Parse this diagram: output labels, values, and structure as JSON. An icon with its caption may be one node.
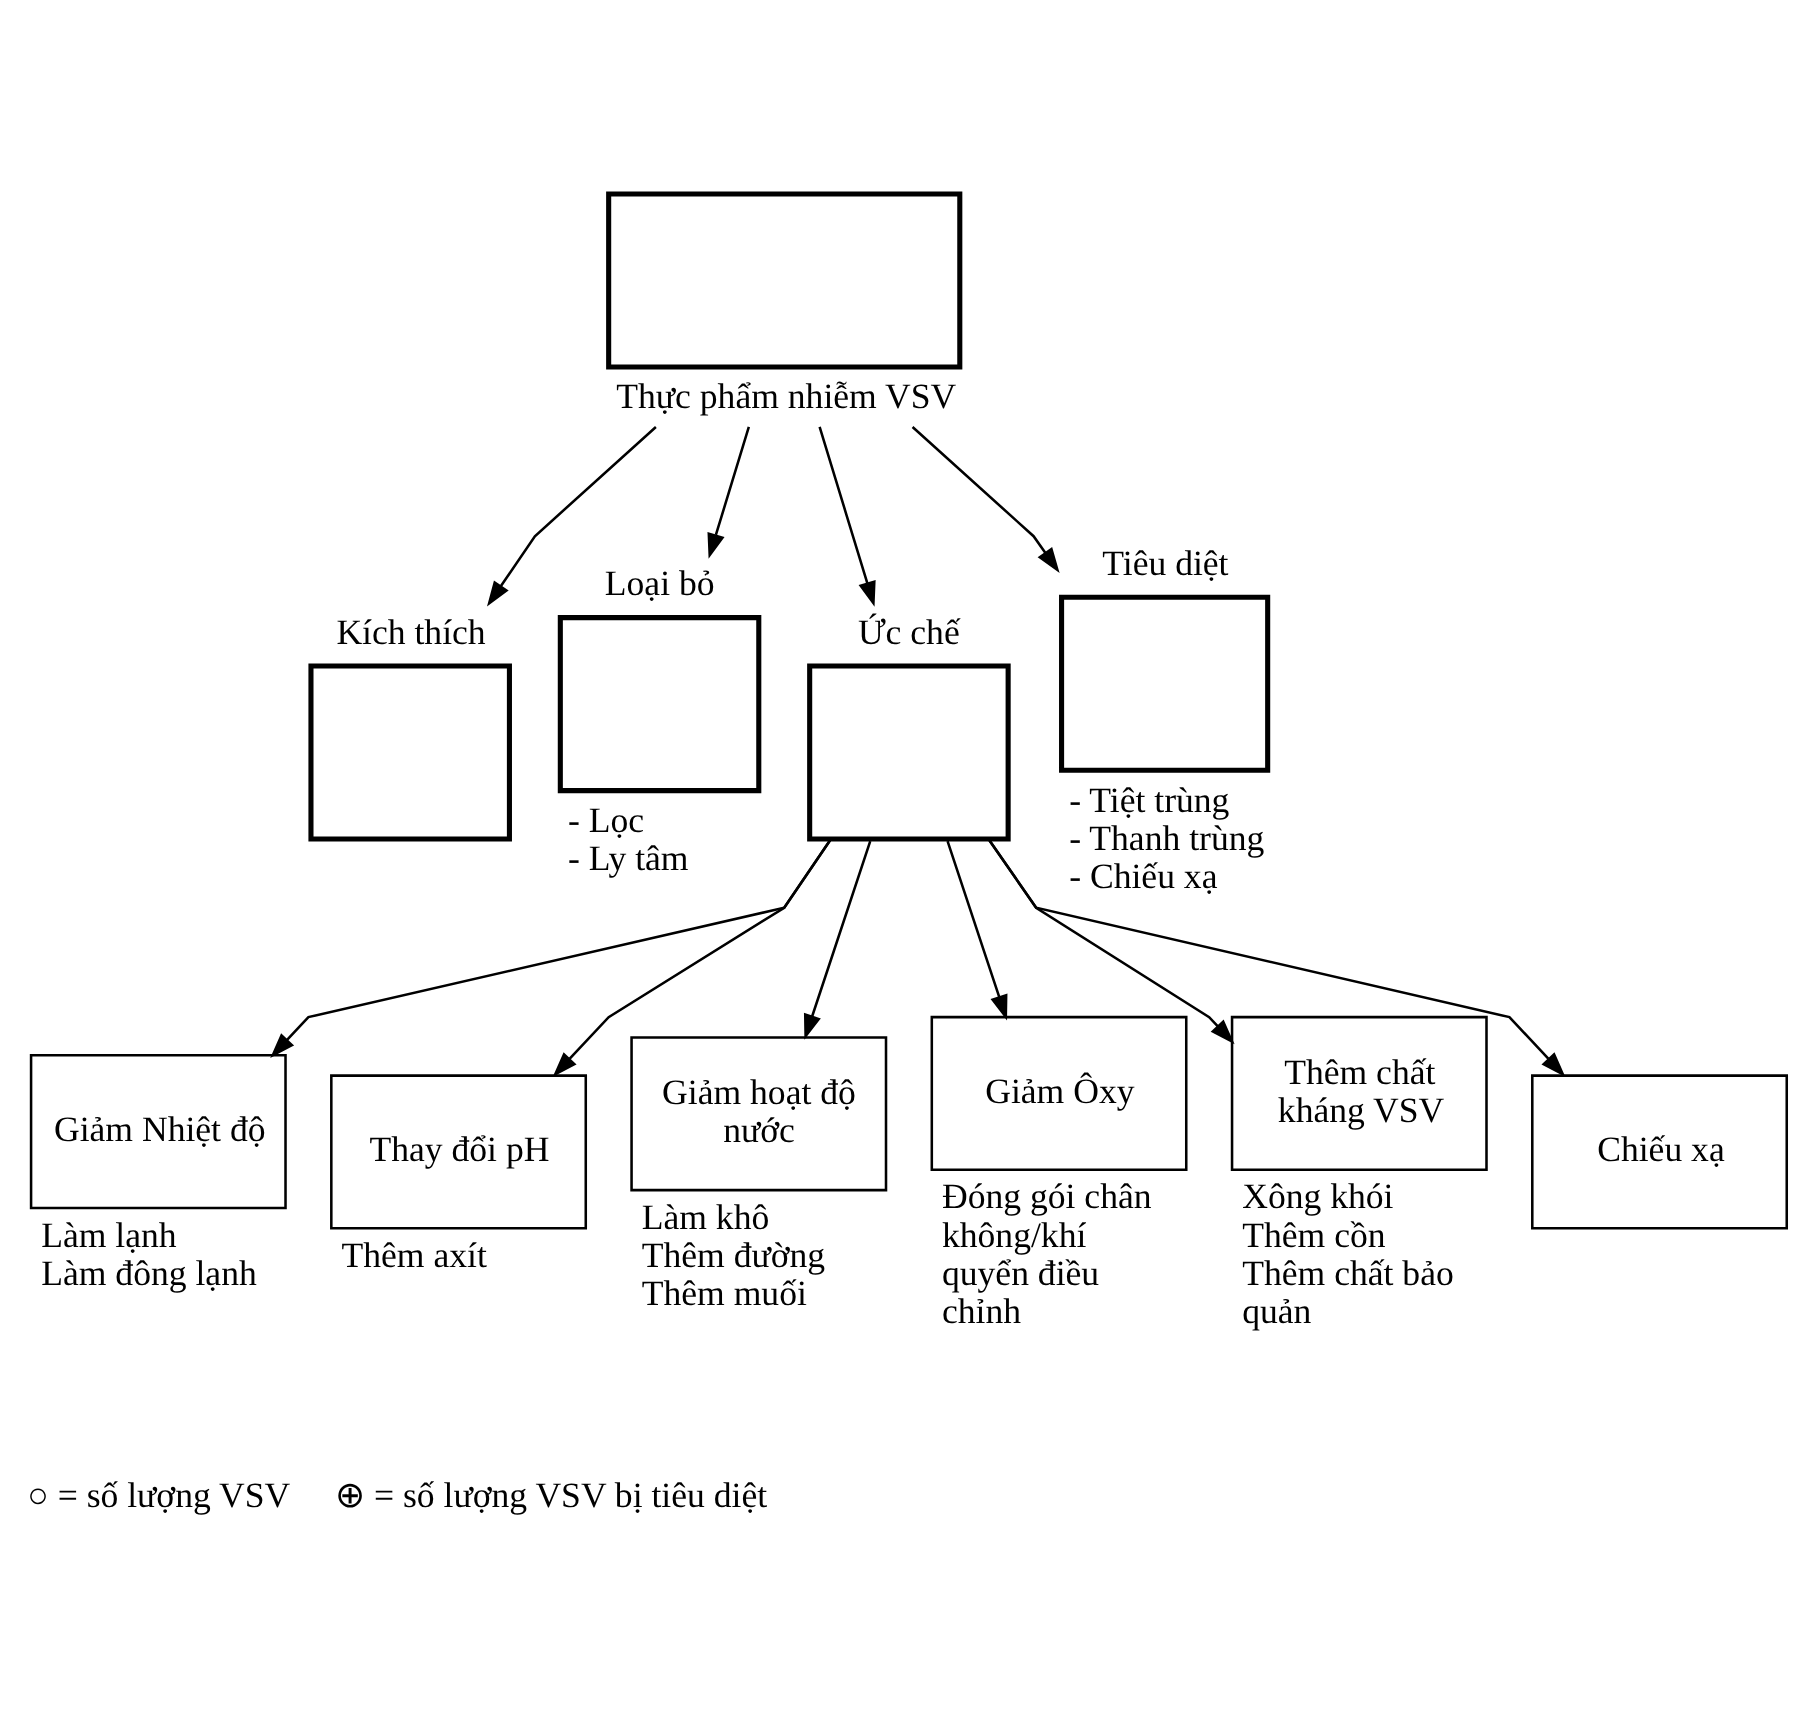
{
  "diagram": {
    "nodes": [
      {
        "text": [],
        "shape": "box",
        "beside": [
          "Thực phẩm nhiễm VSV"
        ]
      },
      {
        "text": [
          "Kích thích"
        ]
      },
      {
        "text": [
          "Loại bỏ"
        ],
        "beside": [
          "- Lọc",
          "- Ly tâm"
        ]
      },
      {
        "text": [
          "Ức chế"
        ]
      },
      {
        "text": [
          "Tiêu diệt"
        ],
        "beside": [
          "- Tiệt trùng",
          "- Thanh trùng",
          "- Chiếu xạ"
        ]
      },
      {
        "text": [
          "Giảm Nhiệt độ"
        ],
        "beside": [
          "Làm lạnh",
          "Làm đông lạnh"
        ]
      },
      {
        "text": [
          "Thay đổi pH"
        ],
        "beside": [
          "Thêm axít"
        ]
      },
      {
        "text": [
          "Giảm hoạt độ nước"
        ],
        "beside": [
          "Làm khô",
          "Thêm đường",
          "Thêm muối"
        ]
      },
      {
        "text": [
          "Giảm Ôxy"
        ],
        "beside": [
          "Đóng gói chân không/khí quyển điều chỉnh"
        ]
      },
      {
        "text": [
          "Thêm chất kháng VSV"
        ],
        "beside": [
          "Xông khói",
          "Thêm cồn",
          "Thêm chất bảo quản"
        ]
      },
      {
        "text": [
          "Chiếu xạ"
        ]
      }
    ],
    "edges": [
      {
        "from": 0,
        "to": 1,
        "arrow": "to"
      },
      {
        "from": 0,
        "to": 2,
        "arrow": "to"
      },
      {
        "from": 0,
        "to": 3,
        "arrow": "to"
      },
      {
        "from": 0,
        "to": 4,
        "arrow": "to"
      },
      {
        "from": 3,
        "to": 5,
        "arrow": "to"
      },
      {
        "from": 3,
        "to": 6,
        "arrow": "to"
      },
      {
        "from": 3,
        "to": 7,
        "arrow": "to"
      },
      {
        "from": 3,
        "to": 8,
        "arrow": "to"
      },
      {
        "from": 3,
        "to": 9,
        "arrow": "to"
      },
      {
        "from": 3,
        "to": 10,
        "arrow": "to"
      }
    ],
    "legend": [
      {
        "text": "○ = số lượng VSV"
      },
      {
        "text": "⊕ = số lượng VSV bị tiêu diệt"
      }
    ]
  }
}
